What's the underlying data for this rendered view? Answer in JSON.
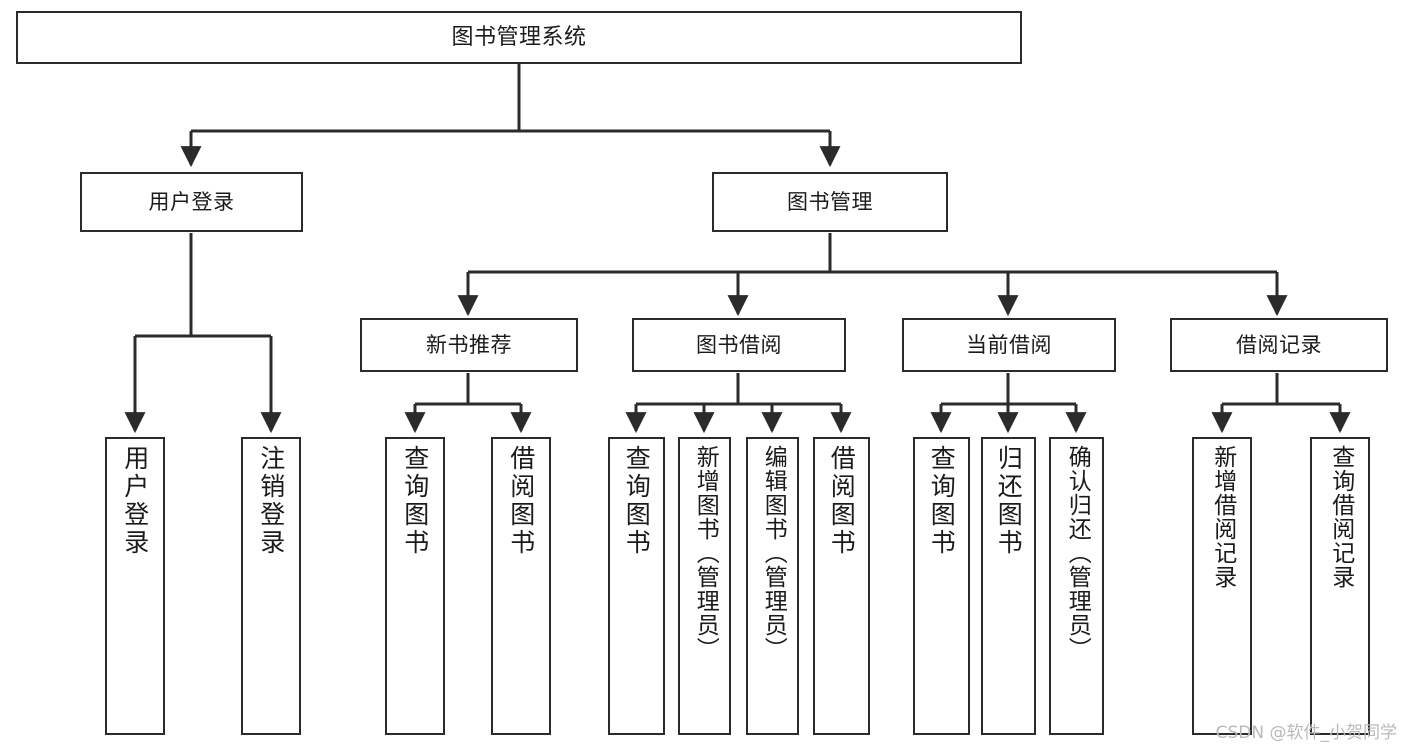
{
  "diagram": {
    "type": "tree-hierarchy",
    "title": "图书管理系统",
    "background": "#ffffff",
    "line_color": "#2b2b2b",
    "text_color": "#1b1b1b",
    "root": {
      "id": "root",
      "label": "图书管理系统"
    },
    "level2": [
      {
        "id": "user-login",
        "label": "用户登录"
      },
      {
        "id": "book-management",
        "label": "图书管理"
      }
    ],
    "level3": [
      {
        "id": "new-book-recommend",
        "label": "新书推荐"
      },
      {
        "id": "book-borrow",
        "label": "图书借阅"
      },
      {
        "id": "current-borrow",
        "label": "当前借阅"
      },
      {
        "id": "borrow-record",
        "label": "借阅记录"
      }
    ],
    "leaves": {
      "user_login": [
        {
          "id": "leaf-user-login",
          "label": "用户登录"
        },
        {
          "id": "leaf-logout-login",
          "label": "注销登录"
        }
      ],
      "new_book_recommend": [
        {
          "id": "leaf-query-book-1",
          "label": "查询图书"
        },
        {
          "id": "leaf-borrow-book-1",
          "label": "借阅图书"
        }
      ],
      "book_borrow": [
        {
          "id": "leaf-query-book-2",
          "label": "查询图书"
        },
        {
          "id": "leaf-add-book",
          "label": "新增图书（管理员）"
        },
        {
          "id": "leaf-edit-book",
          "label": "编辑图书（管理员）"
        },
        {
          "id": "leaf-borrow-book-2",
          "label": "借阅图书"
        }
      ],
      "current_borrow": [
        {
          "id": "leaf-query-book-3",
          "label": "查询图书"
        },
        {
          "id": "leaf-return-book",
          "label": "归还图书"
        },
        {
          "id": "leaf-confirm-return",
          "label": "确认归还（管理员）"
        }
      ],
      "borrow_record": [
        {
          "id": "leaf-add-record",
          "label": "新增借阅记录"
        },
        {
          "id": "leaf-query-record",
          "label": "查询借阅记录"
        }
      ]
    }
  },
  "watermark": {
    "text": "CSDN @软件_小贺同学"
  }
}
